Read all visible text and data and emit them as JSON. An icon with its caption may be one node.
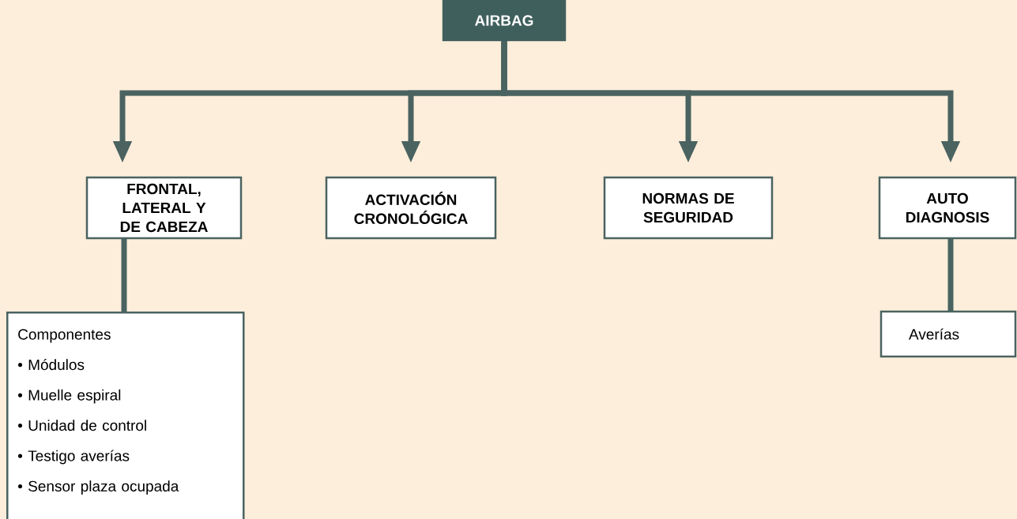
{
  "diagram": {
    "nodes": [
      {
        "text": [
          "AIRBAG"
        ]
      },
      {
        "text": [
          "FRONTAL, LATERAL Y DE CABEZA"
        ]
      },
      {
        "text": [
          "ACTIVACIÓN CRONOLÓGICA"
        ]
      },
      {
        "text": [
          "NORMAS DE SEGURIDAD"
        ]
      },
      {
        "text": [
          "AUTO DIAGNOSIS"
        ]
      },
      {
        "text": [
          "Componentes",
          "• Módulos",
          "• Muelle espiral",
          "• Unidad de control",
          "• Testigo averías",
          "• Sensor plaza ocupada"
        ]
      },
      {
        "text": [
          "Averías"
        ]
      }
    ],
    "edges": [
      {
        "from": 0,
        "to": 1,
        "arrow": "to"
      },
      {
        "from": 0,
        "to": 2,
        "arrow": "to"
      },
      {
        "from": 0,
        "to": 3,
        "arrow": "to"
      },
      {
        "from": 0,
        "to": 4,
        "arrow": "to"
      },
      {
        "from": 1,
        "to": 5,
        "arrow": "none"
      },
      {
        "from": 4,
        "to": 6,
        "arrow": "none"
      }
    ]
  }
}
